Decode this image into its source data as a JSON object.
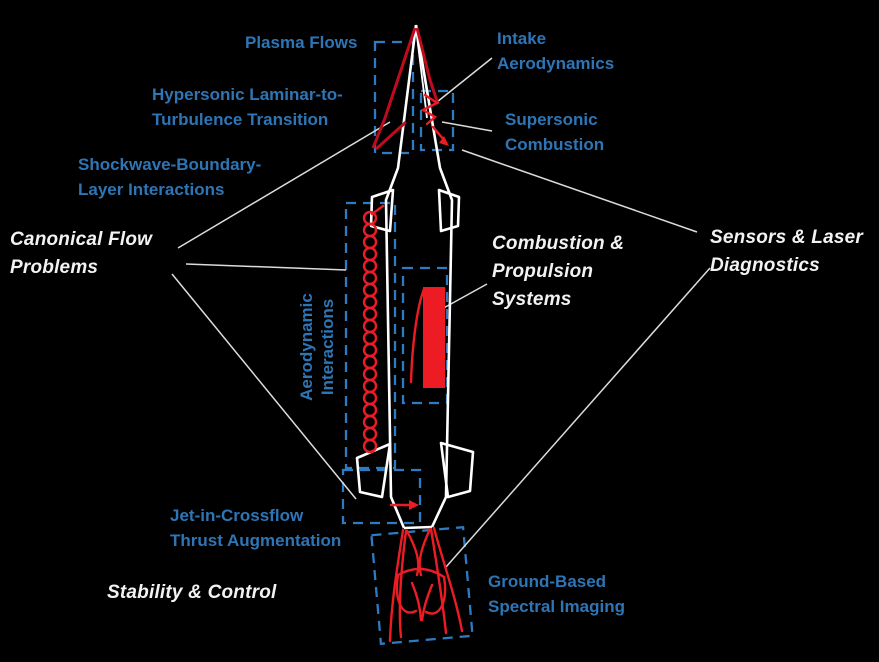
{
  "colors": {
    "background": "#000000",
    "label_blue": "#2E75B6",
    "box_blue": "#2F7BC2",
    "callout_white": "#F2F2F2",
    "vehicle_white": "#FFFFFF",
    "shock_red": "#C00B1E",
    "flow_red": "#ED1C24",
    "connector_gray": "#DCDCDC"
  },
  "labels": {
    "plasma_flows": {
      "lines": [
        "Plasma Flows"
      ]
    },
    "intake_aerodynamics": {
      "lines": [
        "Intake",
        "Aerodynamics"
      ]
    },
    "hypersonic_transition": {
      "lines": [
        "Hypersonic Laminar-to-",
        "Turbulence Transition"
      ]
    },
    "supersonic_combustion": {
      "lines": [
        "Supersonic",
        "Combustion"
      ]
    },
    "shockwave_bli": {
      "lines": [
        "Shockwave-Boundary-",
        "Layer Interactions"
      ]
    },
    "canonical_flow": {
      "lines": [
        "Canonical Flow",
        "Problems"
      ]
    },
    "sensors_diagnostics": {
      "lines": [
        "Sensors & Laser",
        "Diagnostics"
      ]
    },
    "combustion_propulsion": {
      "lines": [
        "Combustion &",
        "Propulsion",
        "Systems"
      ]
    },
    "aerodynamic_interactions": {
      "lines": [
        "Aerodynamic",
        "Interactions"
      ]
    },
    "jet_in_crossflow": {
      "lines": [
        "Jet-in-Crossflow",
        "Thrust Augmentation"
      ]
    },
    "stability_control": {
      "lines": [
        "Stability & Control"
      ]
    },
    "ground_spectral": {
      "lines": [
        "Ground-Based",
        "Spectral Imaging"
      ]
    }
  }
}
